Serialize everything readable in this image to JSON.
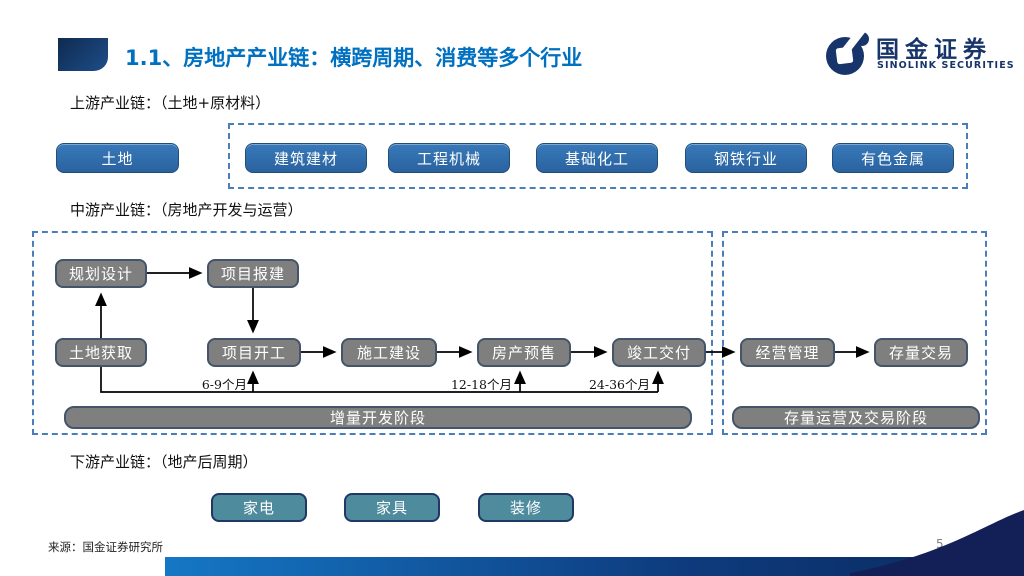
{
  "slide": {
    "title": "1.1、房地产产业链：横跨周期、消费等多个行业",
    "page_number": "5",
    "source": "来源：国金证券研究所"
  },
  "logo": {
    "name_cn": "国金证券",
    "name_en": "SINOLINK SECURITIES"
  },
  "colors": {
    "title_blue": "#0070C0",
    "logo_navy": "#17356B",
    "box_blue": "#2E6DA8",
    "box_gray": "#7F7F7F",
    "gray_border": "#44546A",
    "box_teal": "#4E8B9D",
    "dashed_border": "#4A7EBB",
    "footer_gradient_left": "#1577C5",
    "footer_gradient_right": "#0A2A5E",
    "wave_navy": "#131F57"
  },
  "upstream": {
    "label": "上游产业链：（土地+原材料）",
    "standalone_item": "土地",
    "items": [
      "建筑建材",
      "工程机械",
      "基础化工",
      "钢铁行业",
      "有色金属"
    ]
  },
  "midstream": {
    "label": "中游产业链：（房地产开发与运营）",
    "development_phase": {
      "row1": [
        "规划设计",
        "项目报建"
      ],
      "row2": [
        "土地获取",
        "项目开工",
        "施工建设",
        "房产预售",
        "竣工交付"
      ],
      "durations": [
        "6-9个月",
        "12-18个月",
        "24-36个月"
      ],
      "stage_label": "增量开发阶段"
    },
    "operation_phase": {
      "items": [
        "经营管理",
        "存量交易"
      ],
      "stage_label": "存量运营及交易阶段"
    }
  },
  "downstream": {
    "label": "下游产业链：（地产后周期）",
    "items": [
      "家电",
      "家具",
      "装修"
    ]
  }
}
